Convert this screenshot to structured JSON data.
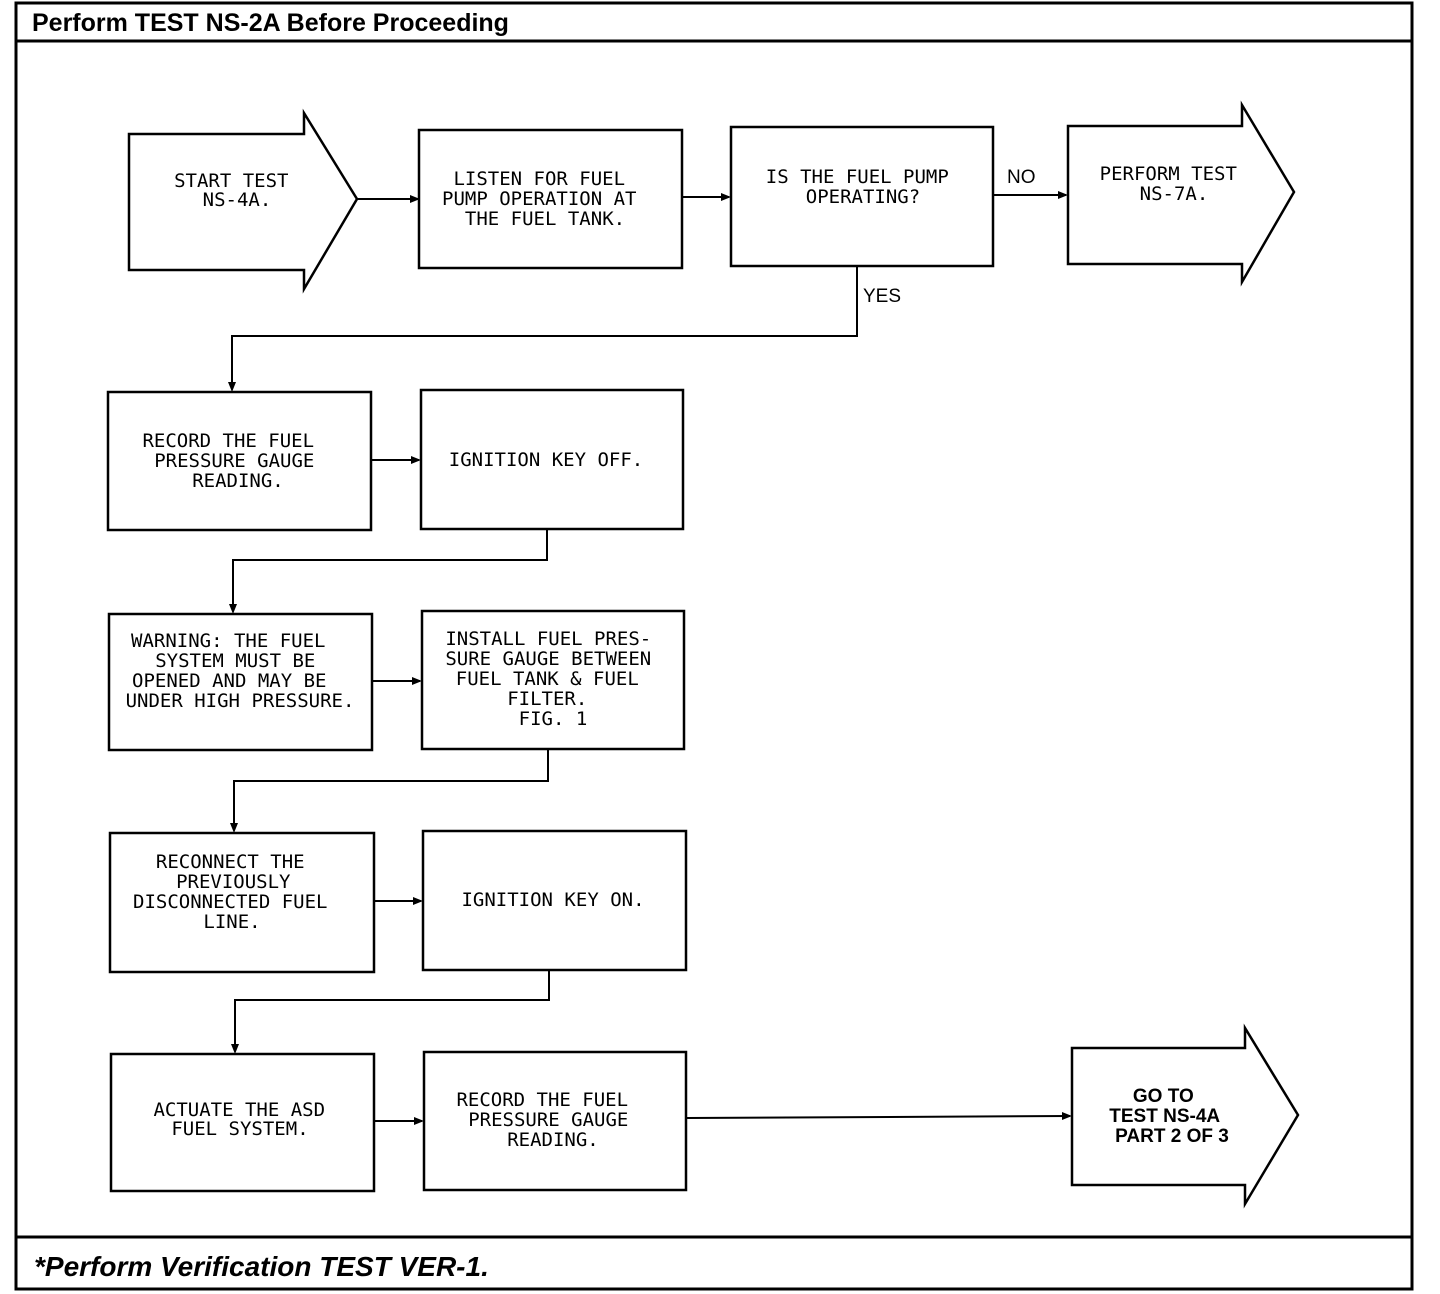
{
  "header": {
    "title": "Perform TEST NS-2A Before Proceeding"
  },
  "footer": {
    "note": "*Perform Verification TEST VER-1."
  },
  "nodes": {
    "start": [
      "START TEST",
      "NS-4A."
    ],
    "listen": [
      "LISTEN FOR FUEL",
      "PUMP OPERATION AT",
      "THE FUEL TANK."
    ],
    "pump_question": [
      "IS THE FUEL PUMP",
      "OPERATING?"
    ],
    "perform_ns7a": [
      "PERFORM TEST",
      "NS-7A."
    ],
    "record_1": [
      "RECORD THE FUEL",
      "PRESSURE GAUGE",
      "READING."
    ],
    "key_off": [
      "IGNITION KEY OFF."
    ],
    "warning": [
      "WARNING: THE FUEL",
      "SYSTEM MUST BE",
      "OPENED AND MAY BE",
      "UNDER HIGH PRESSURE."
    ],
    "install_gauge": [
      "INSTALL FUEL PRES-",
      "SURE GAUGE BETWEEN",
      "FUEL TANK & FUEL",
      "FILTER.",
      "FIG. 1"
    ],
    "reconnect": [
      "RECONNECT THE",
      "PREVIOUSLY",
      "DISCONNECTED FUEL",
      "LINE."
    ],
    "key_on": [
      "IGNITION KEY ON."
    ],
    "actuate": [
      "ACTUATE THE ASD",
      "FUEL SYSTEM."
    ],
    "record_2": [
      "RECORD THE FUEL",
      "PRESSURE GAUGE",
      "READING."
    ],
    "goto": [
      "GO TO",
      "TEST NS-4A",
      "PART 2 OF 3"
    ]
  },
  "labels": {
    "no": "NO",
    "yes": "YES"
  }
}
